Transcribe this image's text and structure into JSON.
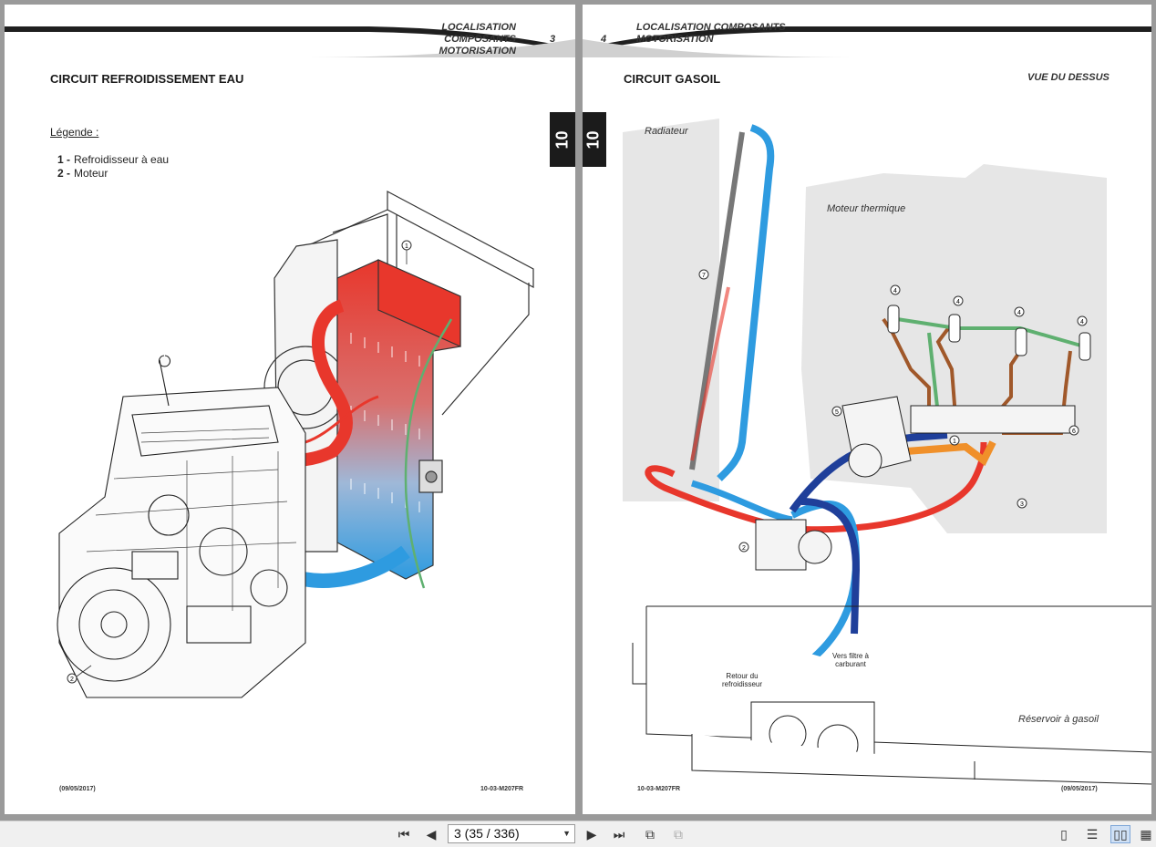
{
  "left_page": {
    "header_line1": "LOCALISATION COMPOSANTS",
    "header_line2": "MOTORISATION",
    "page_number": "3",
    "tab_label": "10",
    "title": "CIRCUIT REFROIDISSEMENT EAU",
    "legend_title": "Légende :",
    "legend": [
      {
        "num": "1 -",
        "label": "Refroidisseur à eau"
      },
      {
        "num": "2 -",
        "label": "Moteur"
      }
    ],
    "callouts": [
      "1",
      "2"
    ],
    "footer_date": "(09/05/2017)",
    "footer_ref": "10-03-M207FR"
  },
  "right_page": {
    "header_line1": "LOCALISATION COMPOSANTS",
    "header_line2": "MOTORISATION",
    "page_number": "4",
    "tab_label": "10",
    "title": "CIRCUIT GASOIL",
    "view_label": "VUE DU DESSUS",
    "label_radiateur": "Radiateur",
    "label_moteur": "Moteur thermique",
    "label_retour": "Retour du refroidisseur",
    "label_filtre": "Vers filtre à carburant",
    "label_reservoir": "Réservoir à gasoil",
    "callouts": [
      "7",
      "4",
      "4",
      "4",
      "4",
      "5",
      "6",
      "1",
      "3",
      "2"
    ],
    "footer_ref": "10-03-M207FR",
    "footer_date": "(09/05/2017)"
  },
  "toolbar": {
    "page_indicator": "3 (35 / 336)"
  },
  "colors": {
    "hot": "#e8372c",
    "cold": "#2e9be0",
    "fuel_dark_blue": "#1f3f9a",
    "fuel_orange": "#f0902a",
    "fuel_green": "#5fb070",
    "fuel_brown": "#a0582a",
    "tab": "#1b1b1b"
  }
}
